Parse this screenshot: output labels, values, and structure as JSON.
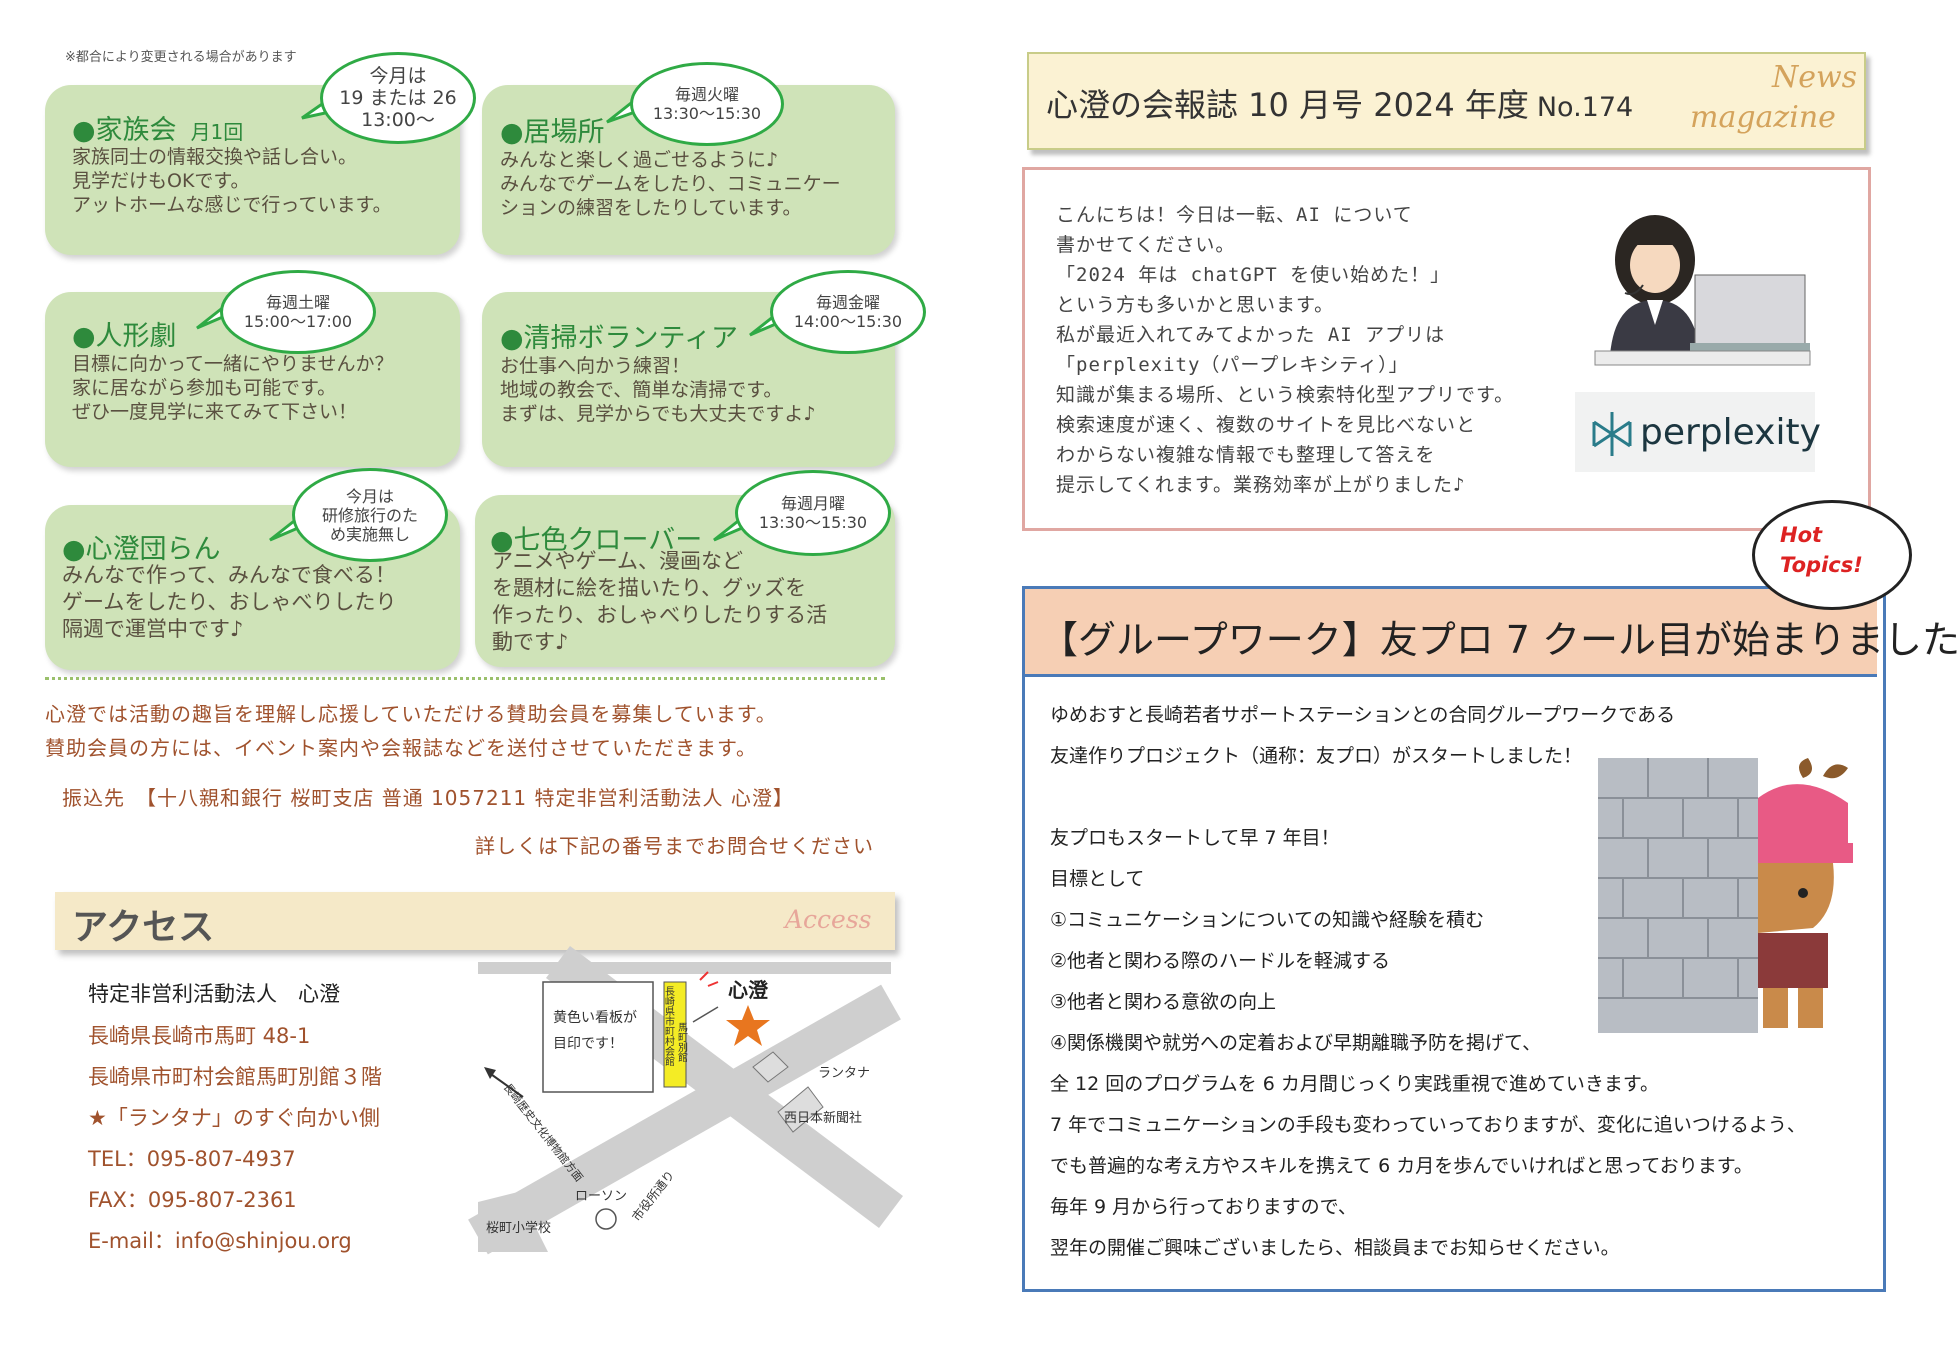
{
  "left": {
    "note": "※都合により変更される場合があります",
    "cards": [
      {
        "title": "●家族会",
        "sub": "月1回",
        "body": "家族同士の情報交換や話し合い。\n見学だけもOKです。\nアットホームな感じで行っています。",
        "bubble": "今月は\n19 または 26\n13:00～"
      },
      {
        "title": "●居場所",
        "body": "みんなと楽しく過ごせるように♪\nみんなでゲームをしたり、コミュニケー\nションの練習をしたりしています。",
        "bubble": "毎週火曜\n13:30～15:30"
      },
      {
        "title": "●人形劇",
        "body": "目標に向かって一緒にやりませんか？\n家に居ながら参加も可能です。\nぜひ一度見学に来てみて下さい！",
        "bubble": "毎週土曜\n15:00～17:00"
      },
      {
        "title": "●清掃ボランティア",
        "body": "お仕事へ向かう練習！\n地域の教会で、簡単な清掃です。\nまずは、見学からでも大丈夫ですよ♪",
        "bubble": "毎週金曜\n14:00～15:30"
      },
      {
        "title": "●心澄団らん",
        "body": "みんなで作って、みんなで食べる！\nゲームをしたり、おしゃべりしたり\n隔週で運営中です♪",
        "bubble": "今月は\n研修旅行のた\nめ実施無し"
      },
      {
        "title": "●七色クローバー",
        "body": "アニメやゲーム、漫画など\nを題材に絵を描いたり、グッズを\n作ったり、おしゃべりしたりする活\n動です♪",
        "bubble": "毎週月曜\n13:30～15:30"
      }
    ],
    "sponsor": {
      "line1": "心澄では活動の趣旨を理解し応援していただける賛助会員を募集しています。",
      "line2": "賛助会員の方には、イベント案内や会報誌などを送付させていただきます。",
      "line3": "振込先　【十八親和銀行 桜町支店 普通 1057211 特定非営利活動法人 心澄】",
      "line4": "詳しくは下記の番号までお問合せください"
    },
    "access": {
      "title": "アクセス",
      "title_en": "Access",
      "org": "特定非営利活動法人　心澄",
      "addr1": "長崎県長崎市馬町 48-1",
      "addr2": "長崎県市町村会館馬町別館３階",
      "landmark": "★「ランタナ」のすぐ向かい側",
      "tel": "TEL：095-807-4937",
      "fax": "FAX：095-807-2361",
      "email": "E-mail：info@shinjou.org"
    },
    "map": {
      "sign_note_1": "黄色い看板が",
      "sign_note_2": "目印です！",
      "building_a": "長崎県市町村会館",
      "building_b": "馬町別館",
      "office": "心澄",
      "lantana": "ランタナ",
      "nishinippon": "西日本新聞社",
      "museum_dir": "長崎歴史文化博物館方面",
      "street": "市役所通り",
      "lawson": "ローソン",
      "school": "桜町小学校"
    }
  },
  "right": {
    "masthead": {
      "title": "心澄の会報誌 10 月号 2024 年度",
      "no": "No.174",
      "news": "News",
      "magazine": "magazine"
    },
    "ai": {
      "text": "こんにちは！今日は一転、AI について\n書かせてください。\n「2024 年は chatGPT を使い始めた！」\nという方も多いかと思います。\n私が最近入れてみてよかった AI アプリは\n「perplexity（パープレキシティ）」\n知識が集まる場所、という検索特化型アプリです。\n検索速度が速く、複数のサイトを見比べないと\nわからない複雑な情報でも整理して答えを\n提示してくれます。業務効率が上がりました♪",
      "logo": "perplexity"
    },
    "hot": "Hot\nTopics!",
    "topic": {
      "title": "【グループワーク】友プロ 7 クール目が始まりました",
      "lines": [
        "ゆめおすと長崎若者サポートステーションとの合同グループワークである",
        "友達作りプロジェクト（通称：友プロ）がスタートしました！",
        "",
        "友プロもスタートして早 7 年目！",
        "目標として",
        "①コミュニケーションについての知識や経験を積む",
        "②他者と関わる際のハードルを軽減する",
        "③他者と関わる意欲の向上",
        "④関係機関や就労への定着および早期離職予防を掲げて、",
        "全 12 回のプログラムを 6 カ月間じっくり実践重視で進めていきます。",
        "7 年でコミュニケーションの手段も変わっていっておりますが、変化に追いつけるよう、",
        "でも普遍的な考え方やスキルを携えて 6 カ月を歩んでいければと思っております。",
        "毎年 9 月から行っておりますので、",
        "翌年の開催ご興味ございましたら、相談員までお知らせください。"
      ]
    }
  }
}
